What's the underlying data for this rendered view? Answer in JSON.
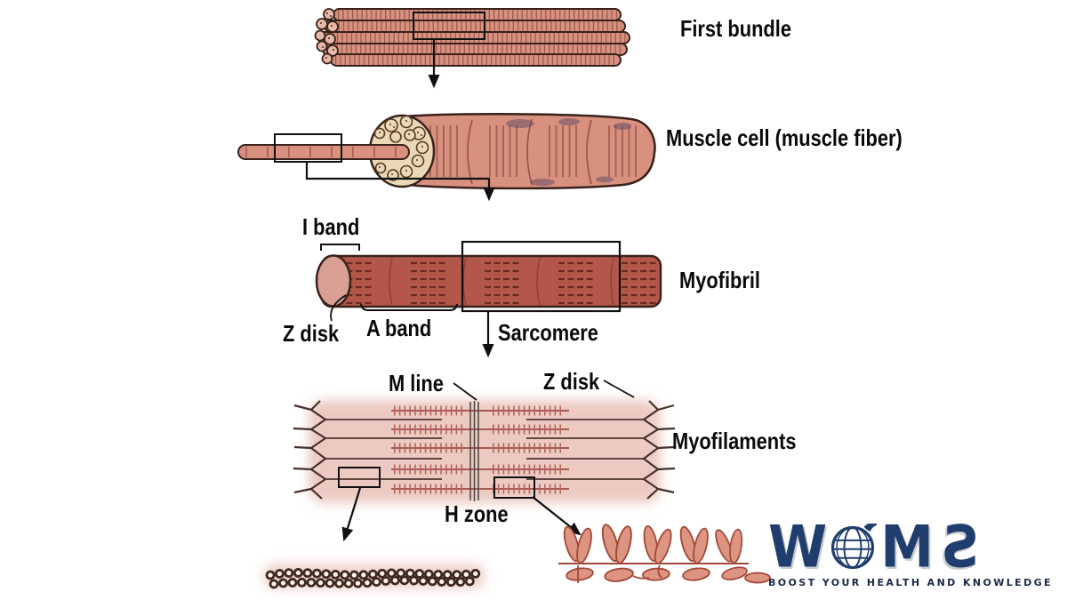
{
  "labels": {
    "first_bundle": "First bundle",
    "muscle_cell": "Muscle cell (muscle fiber)",
    "i_band": "I band",
    "myofibril": "Myofibril",
    "z_disk_upper": "Z disk",
    "a_band": "A band",
    "sarcomere": "Sarcomere",
    "m_line": "M line",
    "z_disk_lower": "Z disk",
    "myofilaments": "Myofilaments",
    "h_zone": "H zone"
  },
  "logo": {
    "letter_w": "W",
    "letter_m": "M",
    "letter_s": "S",
    "tagline": "BOOST YOUR HEALTH AND KNOWLEDGE",
    "navy": "#203e6d",
    "tagline_color": "#1b2a47"
  },
  "colors": {
    "muscle_salmon": "#d8907f",
    "ink_outline": "#38221b",
    "myofibril_red": "#b2574a",
    "myofibril_cap": "#daa096",
    "filament_bg_pink": "#eecbc3",
    "filament_red": "#b5645b",
    "zigzag_brown": "#46302a",
    "cut_face_cream": "#ead8b6",
    "annotation_black": "#101010",
    "label_text": "#0a0a0a"
  }
}
